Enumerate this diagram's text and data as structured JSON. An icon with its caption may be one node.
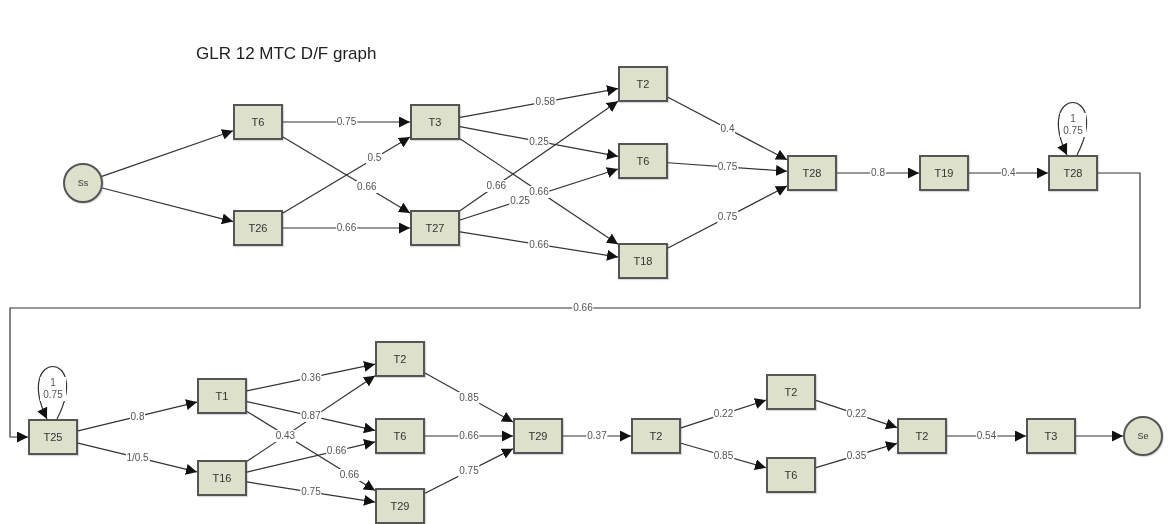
{
  "diagram": {
    "title": "GLR 12 MTC D/F graph",
    "nodes": [
      {
        "text": [
          "Ss"
        ]
      },
      {
        "text": [
          "T6"
        ]
      },
      {
        "text": [
          "T26"
        ]
      },
      {
        "text": [
          "T3"
        ]
      },
      {
        "text": [
          "T27"
        ]
      },
      {
        "text": [
          "T2"
        ]
      },
      {
        "text": [
          "T6"
        ]
      },
      {
        "text": [
          "T18"
        ]
      },
      {
        "text": [
          "T28"
        ]
      },
      {
        "text": [
          "T19"
        ]
      },
      {
        "text": [
          "T28"
        ]
      },
      {
        "text": [
          "T25"
        ]
      },
      {
        "text": [
          "T1"
        ]
      },
      {
        "text": [
          "T16"
        ]
      },
      {
        "text": [
          "T2"
        ]
      },
      {
        "text": [
          "T6"
        ]
      },
      {
        "text": [
          "T29"
        ]
      },
      {
        "text": [
          "T29"
        ]
      },
      {
        "text": [
          "T2"
        ]
      },
      {
        "text": [
          "T2"
        ]
      },
      {
        "text": [
          "T6"
        ]
      },
      {
        "text": [
          "T2"
        ]
      },
      {
        "text": [
          "T3"
        ]
      },
      {
        "text": [
          "Se"
        ]
      }
    ],
    "edges": [
      {
        "from": 0,
        "to": 1,
        "arrow": "to"
      },
      {
        "from": 0,
        "to": 2,
        "arrow": "to"
      },
      {
        "from": 1,
        "to": 3,
        "label": "0.75",
        "arrow": "to"
      },
      {
        "from": 1,
        "to": 4,
        "label": "0.66",
        "arrow": "to"
      },
      {
        "from": 2,
        "to": 3,
        "label": "0.5",
        "arrow": "to"
      },
      {
        "from": 2,
        "to": 4,
        "label": "0.66",
        "arrow": "to"
      },
      {
        "from": 3,
        "to": 5,
        "label": "0.58",
        "arrow": "to"
      },
      {
        "from": 3,
        "to": 6,
        "label": "0.25",
        "arrow": "to"
      },
      {
        "from": 3,
        "to": 7,
        "label": "0.66",
        "arrow": "to"
      },
      {
        "from": 4,
        "to": 5,
        "label": "0.66",
        "arrow": "to"
      },
      {
        "from": 4,
        "to": 6,
        "label": "0.25",
        "arrow": "to"
      },
      {
        "from": 4,
        "to": 7,
        "label": "0.66",
        "arrow": "to"
      },
      {
        "from": 5,
        "to": 8,
        "label": "0.4",
        "arrow": "to"
      },
      {
        "from": 6,
        "to": 8,
        "label": "0.75",
        "arrow": "to"
      },
      {
        "from": 7,
        "to": 8,
        "label": "0.75",
        "arrow": "to"
      },
      {
        "from": 8,
        "to": 9,
        "label": "0.8",
        "arrow": "to"
      },
      {
        "from": 9,
        "to": 10,
        "label": "0.4",
        "arrow": "to"
      },
      {
        "from": 10,
        "to": 10,
        "label": "1 0.75",
        "arrow": "to"
      },
      {
        "from": 10,
        "to": 11,
        "label": "0.66",
        "arrow": "to"
      },
      {
        "from": 11,
        "to": 11,
        "label": "1 0.75",
        "arrow": "to"
      },
      {
        "from": 11,
        "to": 12,
        "label": "0.8",
        "arrow": "to"
      },
      {
        "from": 11,
        "to": 13,
        "label": "1/0.5",
        "arrow": "to"
      },
      {
        "from": 12,
        "to": 14,
        "label": "0.36",
        "arrow": "to"
      },
      {
        "from": 12,
        "to": 15,
        "label": "0.87",
        "arrow": "to"
      },
      {
        "from": 12,
        "to": 16,
        "label": "0.66",
        "arrow": "to"
      },
      {
        "from": 13,
        "to": 14,
        "label": "0.43",
        "arrow": "to"
      },
      {
        "from": 13,
        "to": 15,
        "label": "0.66",
        "arrow": "to"
      },
      {
        "from": 13,
        "to": 16,
        "label": "0.75",
        "arrow": "to"
      },
      {
        "from": 14,
        "to": 17,
        "label": "0.85",
        "arrow": "to"
      },
      {
        "from": 15,
        "to": 17,
        "label": "0.66",
        "arrow": "to"
      },
      {
        "from": 16,
        "to": 17,
        "label": "0.75",
        "arrow": "to"
      },
      {
        "from": 17,
        "to": 18,
        "label": "0.37",
        "arrow": "to"
      },
      {
        "from": 18,
        "to": 19,
        "label": "0.22",
        "arrow": "to"
      },
      {
        "from": 18,
        "to": 20,
        "label": "0.85",
        "arrow": "to"
      },
      {
        "from": 19,
        "to": 21,
        "label": "0.22",
        "arrow": "to"
      },
      {
        "from": 20,
        "to": 21,
        "label": "0.35",
        "arrow": "to"
      },
      {
        "from": 21,
        "to": 22,
        "label": "0.54",
        "arrow": "to"
      },
      {
        "from": 22,
        "to": 23,
        "arrow": "to"
      }
    ]
  }
}
